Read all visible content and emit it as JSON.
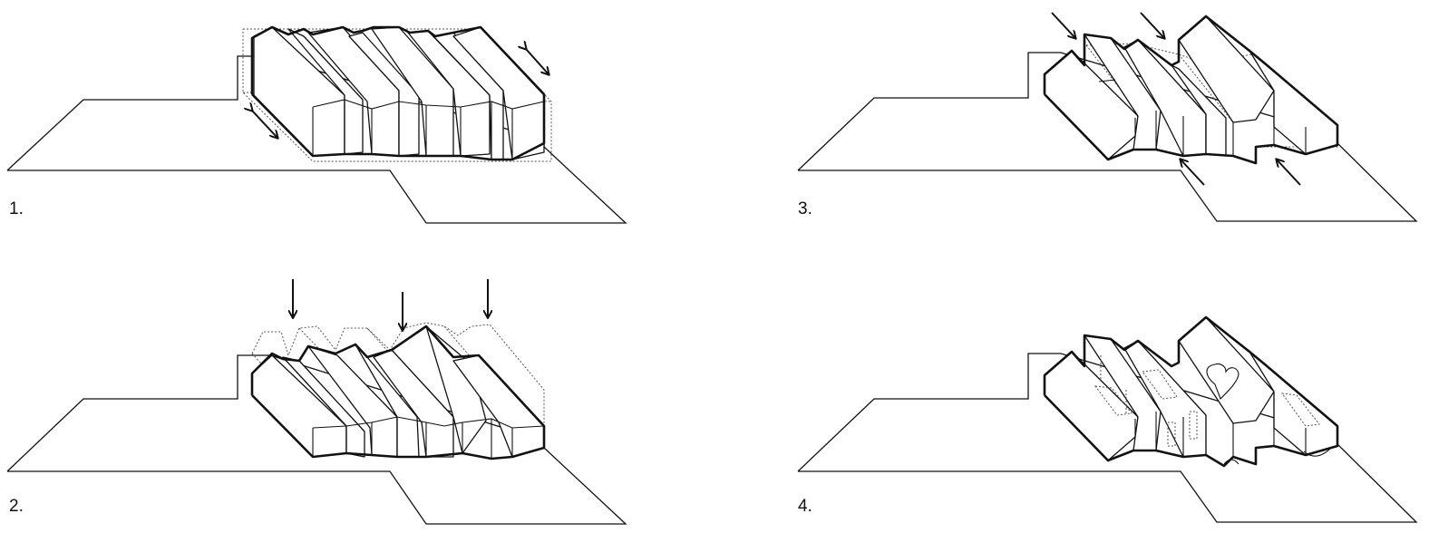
{
  "panels": [
    {
      "label": "1."
    },
    {
      "label": "3."
    },
    {
      "label": "2."
    },
    {
      "label": "4."
    }
  ],
  "colors": {
    "line": "#111111",
    "background": "#ffffff",
    "ghost": "#555555"
  }
}
